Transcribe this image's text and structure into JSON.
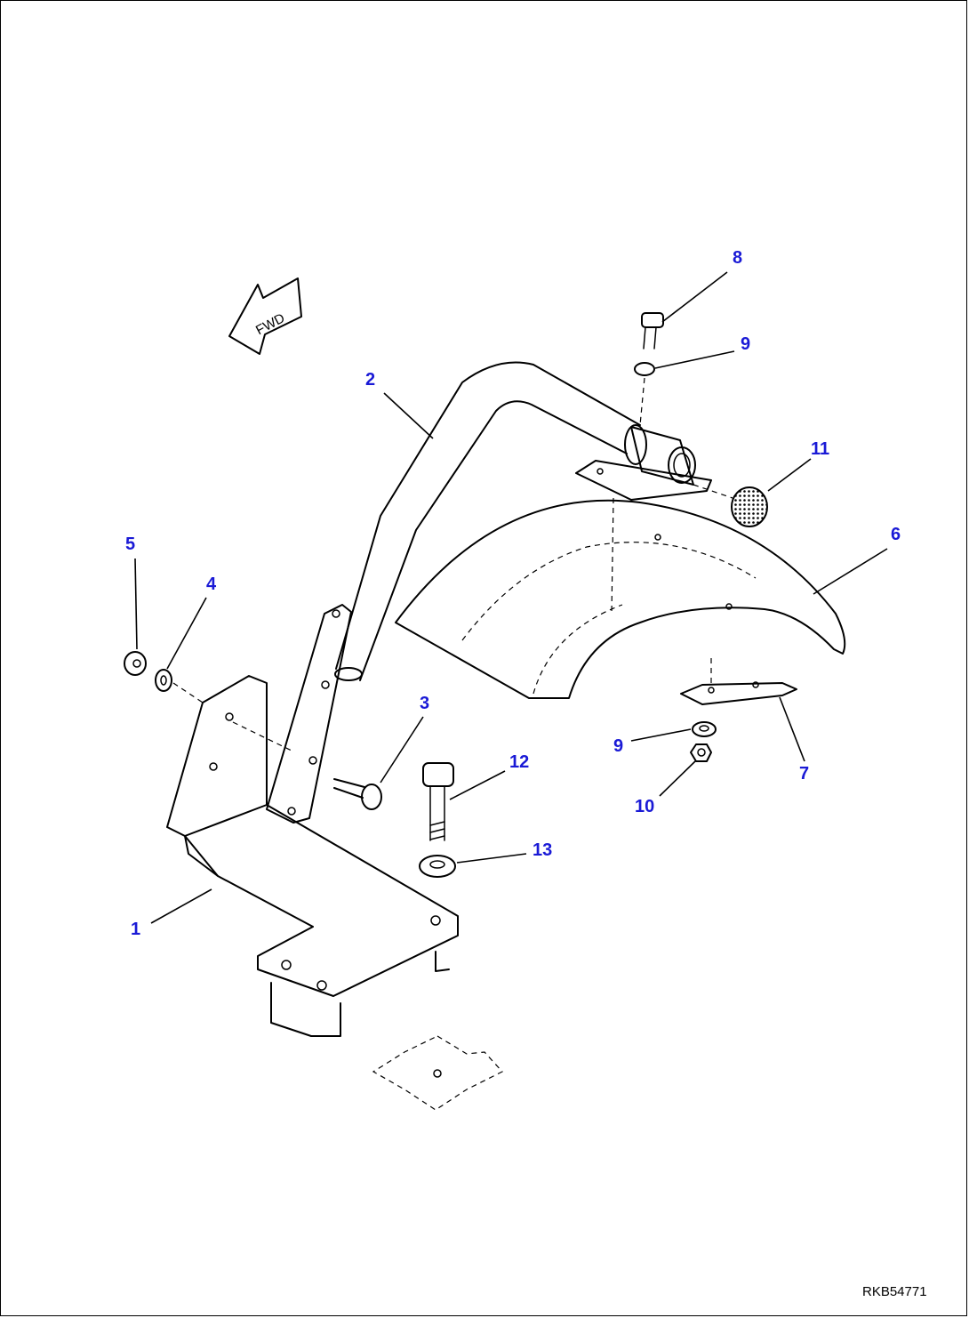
{
  "direction_label": "FWD",
  "drawing_code": "RKB54771",
  "callout_color": "#1a1ad6",
  "callouts": [
    {
      "id": "1",
      "part": "bracket"
    },
    {
      "id": "2",
      "part": "handrail-pipe"
    },
    {
      "id": "3",
      "part": "bolt"
    },
    {
      "id": "4",
      "part": "washer"
    },
    {
      "id": "5",
      "part": "nut"
    },
    {
      "id": "6",
      "part": "fender"
    },
    {
      "id": "7",
      "part": "stay"
    },
    {
      "id": "8",
      "part": "bolt"
    },
    {
      "id": "9",
      "part": "washer"
    },
    {
      "id": "9",
      "part": "washer"
    },
    {
      "id": "10",
      "part": "nut"
    },
    {
      "id": "11",
      "part": "cap"
    },
    {
      "id": "12",
      "part": "bolt"
    },
    {
      "id": "13",
      "part": "washer"
    }
  ]
}
